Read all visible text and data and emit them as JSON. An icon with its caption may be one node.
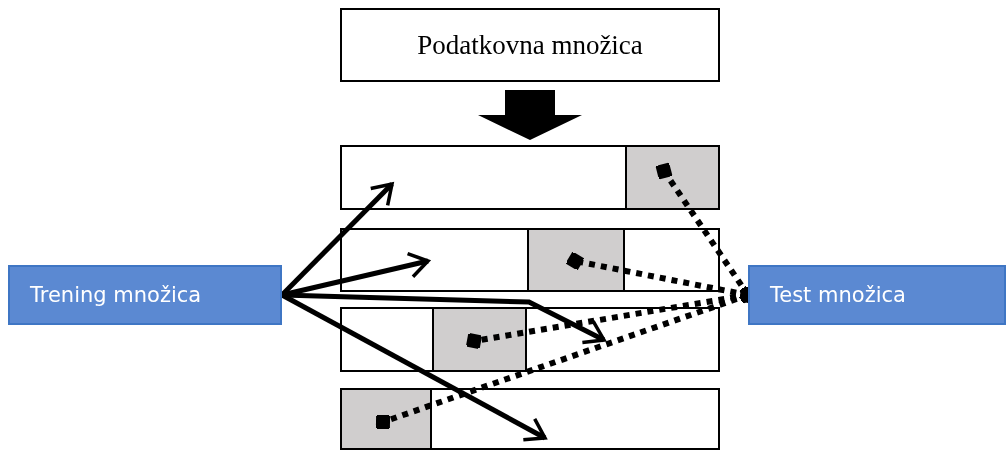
{
  "diagram": {
    "nodes": [
      {
        "text": [
          "Podatkovna množica"
        ]
      },
      {
        "text": [
          "Trening množica"
        ]
      },
      {
        "text": [
          "Test množica"
        ]
      },
      {
        "text": [],
        "shape": "bar"
      },
      {
        "text": [],
        "shape": "bar"
      },
      {
        "text": [],
        "shape": "bar"
      },
      {
        "text": [],
        "shape": "bar"
      },
      {
        "text": [],
        "shape": "box",
        "in": 3
      },
      {
        "text": [],
        "shape": "box",
        "in": 4
      },
      {
        "text": [],
        "shape": "box",
        "in": 5
      },
      {
        "text": [],
        "shape": "box",
        "in": 6
      }
    ],
    "edges": [
      {
        "from": 0,
        "to": 3,
        "arrow": "to",
        "style": "thick"
      },
      {
        "from": 1,
        "to": 3,
        "arrow": "to"
      },
      {
        "from": 1,
        "to": 4,
        "arrow": "to"
      },
      {
        "from": 1,
        "to": 5,
        "arrow": "to"
      },
      {
        "from": 1,
        "to": 6,
        "arrow": "to"
      },
      {
        "from": 2,
        "to": 7,
        "arrow": "other",
        "style": "dashed"
      },
      {
        "from": 2,
        "to": 8,
        "arrow": "other",
        "style": "dashed"
      },
      {
        "from": 2,
        "to": 9,
        "arrow": "other",
        "style": "dashed"
      },
      {
        "from": 2,
        "to": 10,
        "arrow": "other",
        "style": "dashed"
      }
    ]
  }
}
